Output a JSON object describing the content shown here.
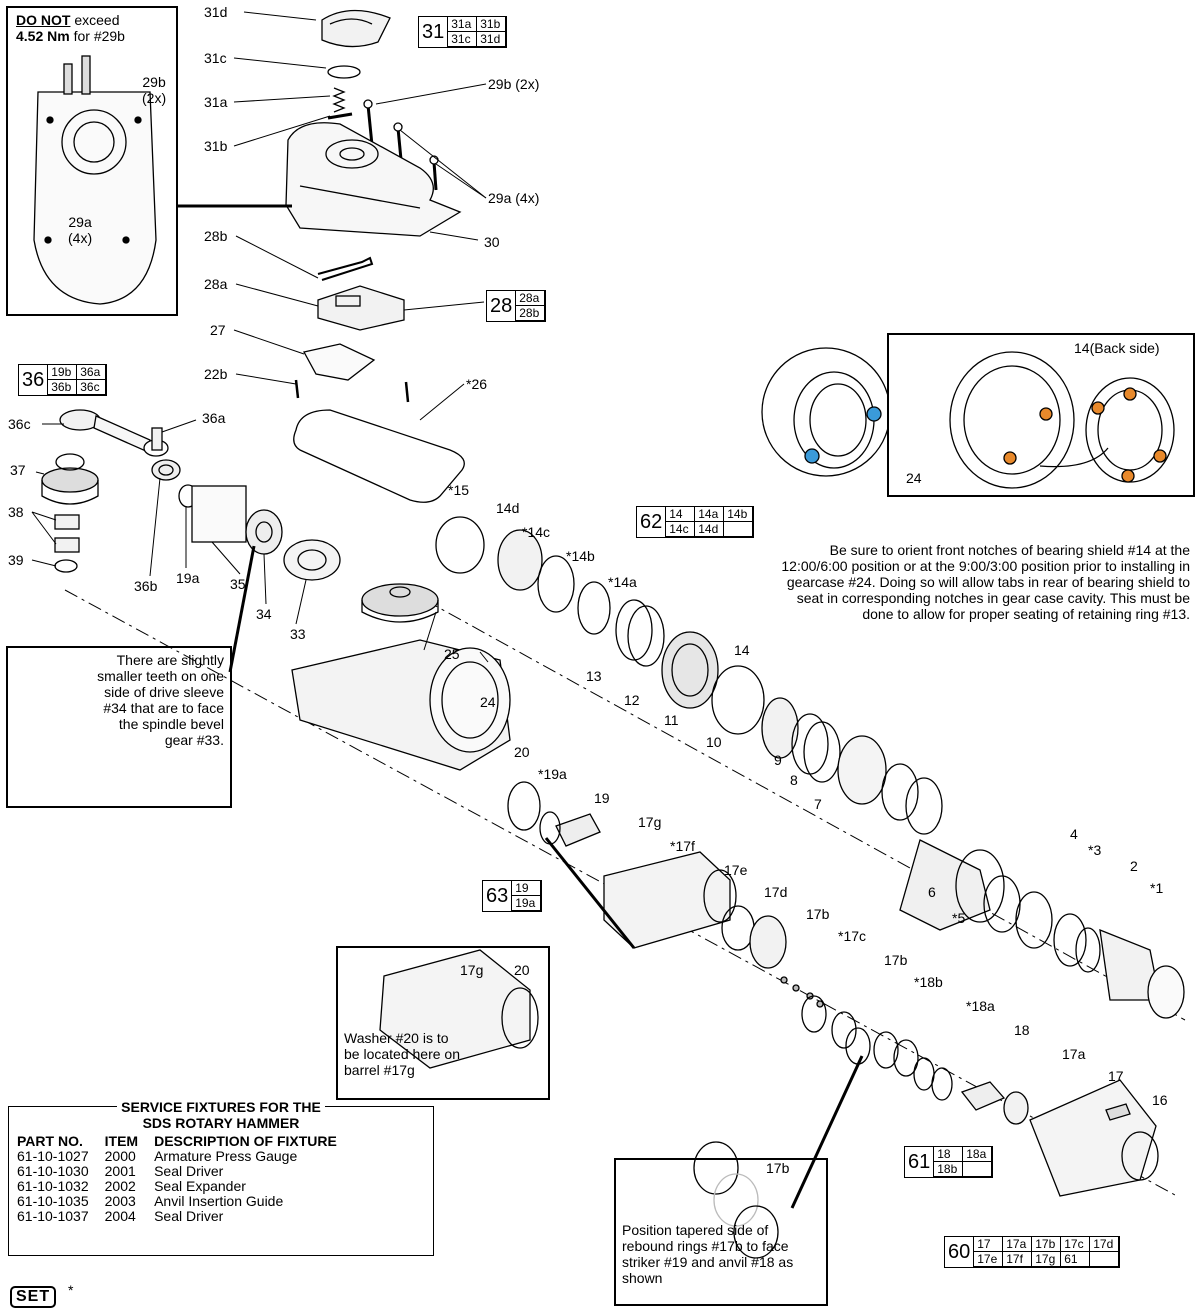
{
  "torque_note": {
    "warning": "DO NOT",
    "text1": " exceed",
    "value": "4.52 Nm",
    "text2": " for #29b",
    "label_29b": "29b",
    "label_29b_qty": "(2x)",
    "label_29a": "29a",
    "label_29a_qty": "(4x)"
  },
  "drive_sleeve_note": "There are slightly smaller teeth on one side of drive sleeve #34 that are to face the spindle bevel gear #33.",
  "bearing_note": "Be sure to orient front notches of bearing shield #14 at the 12:00/6:00 position or at the 9:00/3:00 position prior to installing in gearcase #24. Doing so will allow tabs in rear of bearing shield to seat in corresponding notches in gear case cavity. This must be done to allow for proper seating of retaining ring #13.",
  "bearing_detail": {
    "back_side": "14(Back side)",
    "gearcase": "24"
  },
  "washer_detail": {
    "label_17g": "17g",
    "label_20": "20",
    "text": "Washer #20 is to be located here on barrel #17g"
  },
  "rebound_detail": {
    "label_17b": "17b",
    "text": "Position tapered side of rebound rings #17b to face striker #19 and anvil #18 as shown"
  },
  "kits": {
    "k31": {
      "num": "31",
      "parts": [
        "31a",
        "31b",
        "31c",
        "31d"
      ]
    },
    "k28": {
      "num": "28",
      "parts": [
        "28a",
        "28b"
      ]
    },
    "k36": {
      "num": "36",
      "parts": [
        "19b",
        "36a",
        "36b",
        "36c"
      ]
    },
    "k62": {
      "num": "62",
      "parts": [
        "14",
        "14a",
        "14b",
        "14c",
        "14d",
        ""
      ]
    },
    "k63": {
      "num": "63",
      "parts": [
        "19",
        "19a"
      ]
    },
    "k61": {
      "num": "61",
      "parts": [
        "18",
        "18a",
        "18b",
        ""
      ]
    },
    "k60": {
      "num": "60",
      "parts": [
        "17",
        "17a",
        "17b",
        "17c",
        "17d",
        "17e",
        "17f",
        "17g",
        "61",
        ""
      ]
    }
  },
  "labels": {
    "p31d": "31d",
    "p31c": "31c",
    "p31a": "31a",
    "p31b": "31b",
    "p29b": "29b (2x)",
    "p29a": "29a (4x)",
    "p30": "30",
    "p28b": "28b",
    "p28a": "28a",
    "p27": "27",
    "p22b": "22b",
    "p26": "*26",
    "p36c": "36c",
    "p36a": "36a",
    "p37": "37",
    "p38": "38",
    "p39": "39",
    "p36b": "36b",
    "p19a_l": "19a",
    "p35": "35",
    "p34": "34",
    "p33": "33",
    "p25": "25",
    "p24": "24",
    "p15": "*15",
    "p14d": "14d",
    "p14c": "*14c",
    "p14b": "*14b",
    "p14a": "*14a",
    "p14": "14",
    "p13": "13",
    "p12": "12",
    "p11": "11",
    "p10": "10",
    "p9": "9",
    "p8": "8",
    "p7": "7",
    "p6": "6",
    "p5": "*5",
    "p4": "4",
    "p3": "*3",
    "p2": "2",
    "p1": "*1",
    "p20": "20",
    "p19a": "*19a",
    "p19": "19",
    "p17g": "17g",
    "p17f": "*17f",
    "p17e": "17e",
    "p17d": "17d",
    "p17b1": "17b",
    "p17c": "*17c",
    "p17b2": "17b",
    "p18b": "*18b",
    "p18a": "*18a",
    "p18": "18",
    "p17a": "17a",
    "p17": "17",
    "p16": "16"
  },
  "fixtures": {
    "title_line1": "SERVICE FIXTURES FOR THE",
    "title_line2": "SDS ROTARY HAMMER",
    "headers": [
      "PART NO.",
      "ITEM",
      "DESCRIPTION OF FIXTURE"
    ],
    "rows": [
      [
        "61-10-1027",
        "2000",
        "Armature Press Gauge"
      ],
      [
        "61-10-1030",
        "2001",
        "Seal Driver"
      ],
      [
        "61-10-1032",
        "2002",
        "Seal Expander"
      ],
      [
        "61-10-1035",
        "2003",
        "Anvil Insertion Guide"
      ],
      [
        "61-10-1037",
        "2004",
        "Seal Driver"
      ]
    ]
  },
  "set_label": "SET",
  "set_star": "*",
  "colors": {
    "line": "#000000",
    "fill": "#f2f2f2",
    "notch_blue": "#3a9ad9",
    "notch_orange": "#e8892b"
  }
}
